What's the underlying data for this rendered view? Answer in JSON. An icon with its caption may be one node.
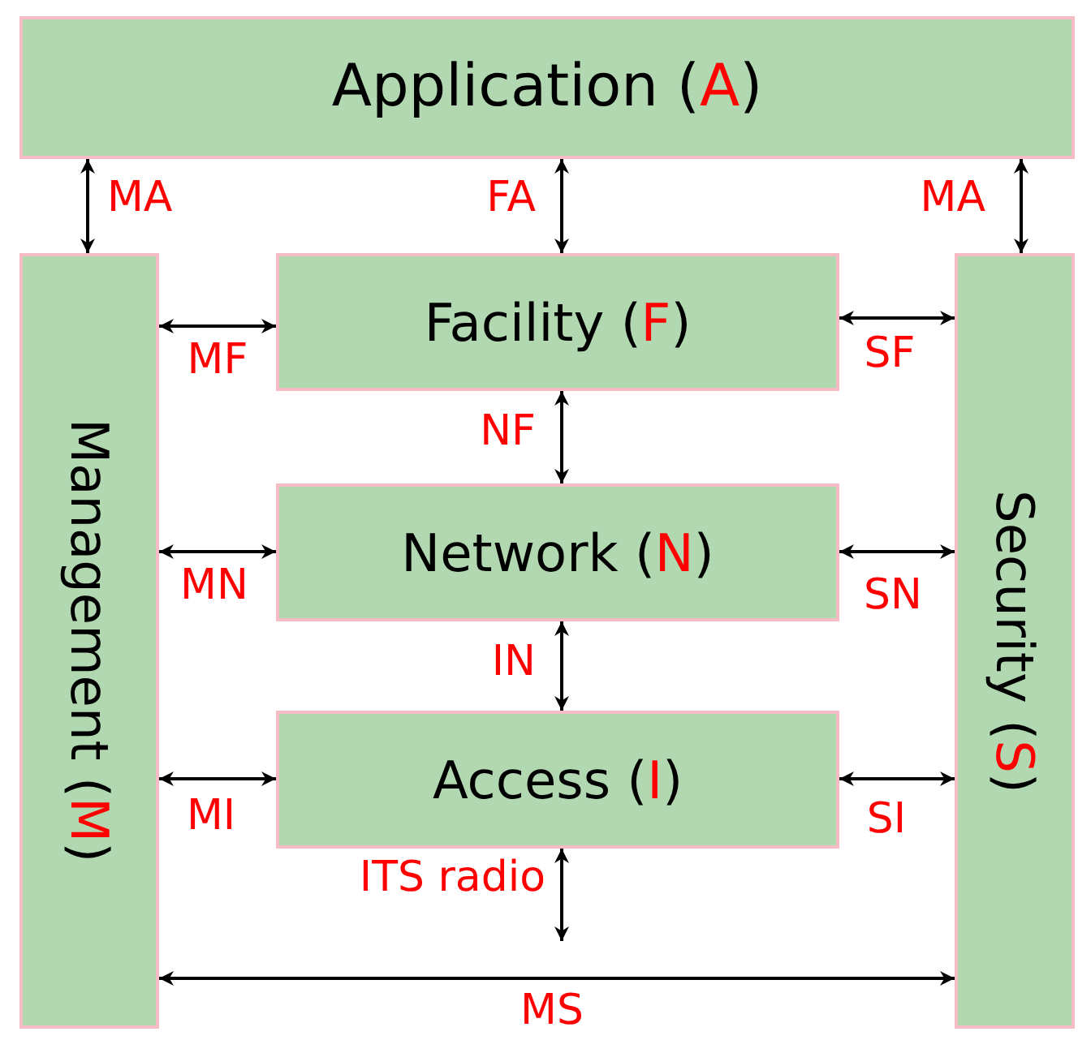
{
  "diagram": {
    "nodes": [
      {
        "text": [
          "Application (A)"
        ]
      },
      {
        "text": [
          "Management (M)"
        ]
      },
      {
        "text": [
          "Facility (F)"
        ]
      },
      {
        "text": [
          "Network (N)"
        ]
      },
      {
        "text": [
          "Access (I)"
        ]
      },
      {
        "text": [
          "Security (S)"
        ]
      }
    ],
    "edges": [
      {
        "from": 0,
        "to": 1,
        "arrow": "both",
        "label": "MA"
      },
      {
        "from": 0,
        "to": 2,
        "arrow": "both",
        "label": "FA"
      },
      {
        "from": 0,
        "to": 5,
        "arrow": "both",
        "label": "MA"
      },
      {
        "from": 1,
        "to": 2,
        "arrow": "both",
        "label": "MF"
      },
      {
        "from": 2,
        "to": 5,
        "arrow": "both",
        "label": "SF"
      },
      {
        "from": 2,
        "to": 3,
        "arrow": "both",
        "label": "NF"
      },
      {
        "from": 1,
        "to": 3,
        "arrow": "both",
        "label": "MN"
      },
      {
        "from": 3,
        "to": 5,
        "arrow": "both",
        "label": "SN"
      },
      {
        "from": 3,
        "to": 4,
        "arrow": "both",
        "label": "IN"
      },
      {
        "from": 1,
        "to": 4,
        "arrow": "both",
        "label": "MI"
      },
      {
        "from": 4,
        "to": 5,
        "arrow": "both",
        "label": "SI"
      },
      {
        "from": 4,
        "to": null,
        "arrow": "both",
        "label": "ITS radio"
      },
      {
        "from": 1,
        "to": 5,
        "arrow": "both",
        "label": "MS"
      }
    ]
  }
}
